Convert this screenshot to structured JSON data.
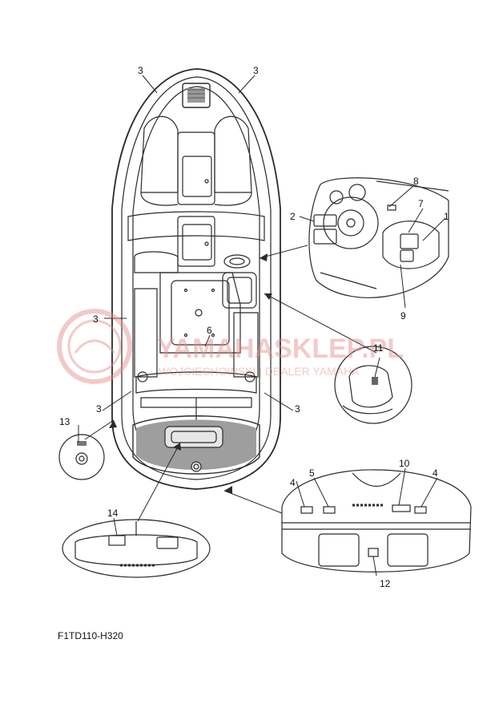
{
  "watermark": {
    "title": "YAMAHASKLEP.PL",
    "subtitle": "WOJCIECHOWSKI | DEALER YAMAHA",
    "color": "#e58a8a"
  },
  "callouts": {
    "c1": "1",
    "c2": "2",
    "c3a": "3",
    "c3b": "3",
    "c3c": "3",
    "c3d": "3",
    "c3e": "3",
    "c4a": "4",
    "c4b": "4",
    "c5": "5",
    "c6": "6",
    "c7": "7",
    "c8": "8",
    "c9": "9",
    "c10": "10",
    "c11": "11",
    "c12": "12",
    "c13": "13",
    "c14": "14"
  },
  "figure_code": "F1TD110-H320",
  "colors": {
    "line": "#2a2a2a",
    "detail": "#555555"
  }
}
